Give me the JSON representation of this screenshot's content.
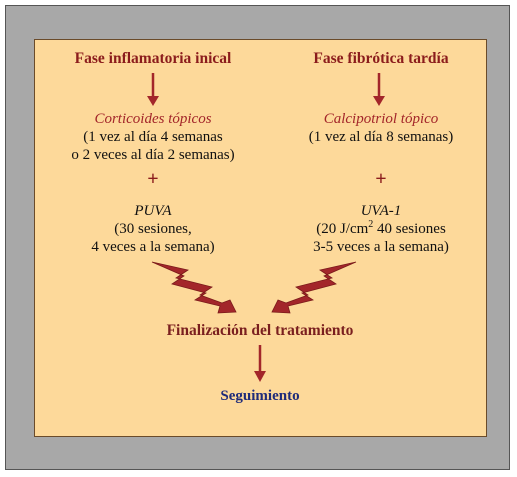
{
  "left": {
    "header": "Fase inflamatoria inical",
    "treatment1_name": "Corticoides tópicos",
    "treatment1_line1": "(1 vez al día 4 semanas",
    "treatment1_line2": "o 2 veces al día 2 semanas)",
    "plus": "+",
    "treatment2_name": "PUVA",
    "treatment2_line1": "(30 sesiones,",
    "treatment2_line2": "4 veces a la semana)"
  },
  "right": {
    "header": "Fase fibrótica tardía",
    "treatment1_name": "Calcipotriol tópico",
    "treatment1_line1": "(1 vez al día 8 semanas)",
    "plus": "+",
    "treatment2_name": "UVA-1",
    "treatment2_line1_a": "(20 J/cm",
    "treatment2_line1_sup": "2",
    "treatment2_line1_b": " 40 sesiones",
    "treatment2_line2": "3-5 veces a la semana)"
  },
  "finalization": "Finalización del tratamiento",
  "followup": "Seguimiento",
  "colors": {
    "panel": "#fdd99a",
    "frame": "#a8a8a8",
    "arrow": "#a3262a",
    "header_text": "#8b1c1c",
    "followup_text": "#1e2b7a"
  }
}
